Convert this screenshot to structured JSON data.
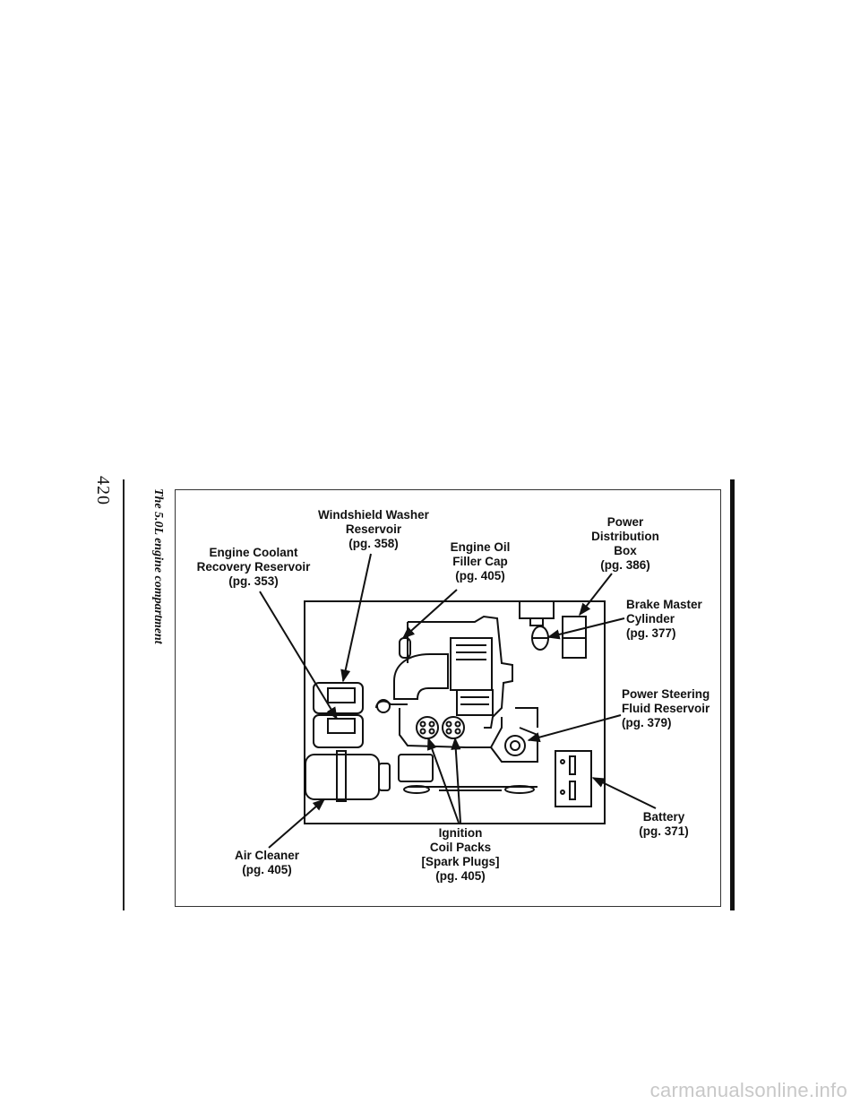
{
  "page": {
    "number": "420",
    "caption": "The 5.0L engine compartment"
  },
  "labels": {
    "windshield_washer": {
      "lines": [
        "Windshield Washer",
        "Reservoir",
        "(pg. 358)"
      ]
    },
    "engine_coolant": {
      "lines": [
        "Engine Coolant",
        "Recovery Reservoir",
        "(pg. 353)"
      ]
    },
    "engine_oil": {
      "lines": [
        "Engine Oil",
        "Filler Cap",
        "(pg. 405)"
      ]
    },
    "power_distribution": {
      "lines": [
        "Power",
        "Distribution",
        "Box",
        "(pg. 386)"
      ]
    },
    "brake_master": {
      "lines": [
        "Brake Master",
        "Cylinder",
        "(pg. 377)"
      ]
    },
    "power_steering": {
      "lines": [
        "Power Steering",
        "Fluid Reservoir",
        "(pg. 379)"
      ]
    },
    "battery": {
      "lines": [
        "Battery",
        "(pg. 371)"
      ]
    },
    "air_cleaner": {
      "lines": [
        "Air Cleaner",
        "(pg. 405)"
      ]
    },
    "ignition": {
      "lines": [
        "Ignition",
        "Coil Packs",
        "[Spark Plugs]",
        "(pg. 405)"
      ]
    }
  },
  "watermark": "carmanualsonline.info"
}
